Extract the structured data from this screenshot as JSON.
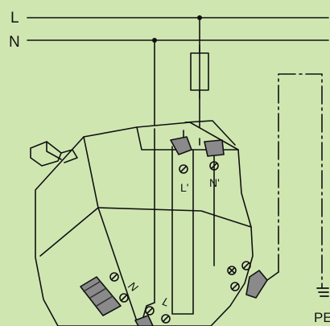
{
  "diagram": {
    "labels": {
      "line": "L",
      "neutral": "N",
      "switched_line": "L'",
      "switched_neutral": "N'",
      "protective_earth": "PE",
      "terminal_n": "N",
      "terminal_l": "L"
    },
    "colors": {
      "background": "#cfe6b1",
      "body_fill": "#cfe6b1",
      "stroke": "#111111",
      "terminal_fill": "#8a8a8a"
    }
  }
}
